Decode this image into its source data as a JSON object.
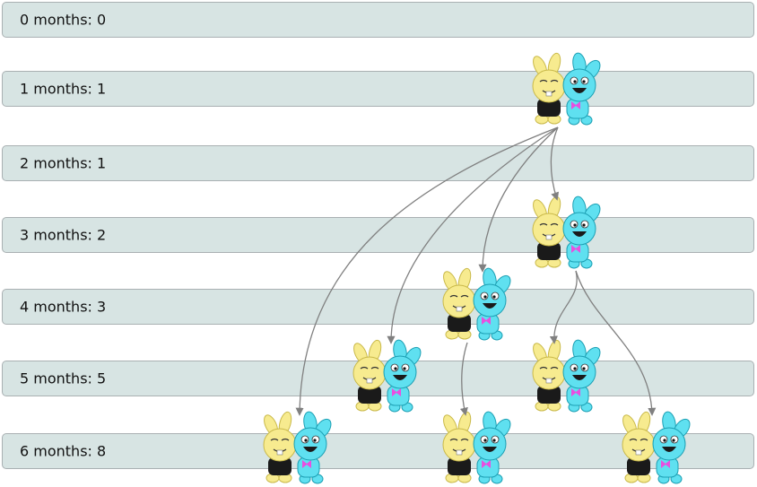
{
  "rows": [
    {
      "label": "0 months: 0"
    },
    {
      "label": "1 months: 1"
    },
    {
      "label": "2 months: 1"
    },
    {
      "label": "3 months: 2"
    },
    {
      "label": "4 months: 3"
    },
    {
      "label": "5 months: 5"
    },
    {
      "label": "6 months: 8"
    }
  ],
  "pairs": [
    {
      "id": "p1",
      "month": 1
    },
    {
      "id": "p3a",
      "month": 3
    },
    {
      "id": "p4a",
      "month": 4
    },
    {
      "id": "p5a",
      "month": 5
    },
    {
      "id": "p5b",
      "month": 5
    },
    {
      "id": "p6a",
      "month": 6
    },
    {
      "id": "p6b",
      "month": 6
    },
    {
      "id": "p6c",
      "month": 6
    }
  ],
  "arrows": [
    {
      "from": "p1",
      "to": "p3a"
    },
    {
      "from": "p1",
      "to": "p4a"
    },
    {
      "from": "p1",
      "to": "p5a"
    },
    {
      "from": "p1",
      "to": "p6a"
    },
    {
      "from": "p3a",
      "to": "p5b"
    },
    {
      "from": "p3a",
      "to": "p6c"
    },
    {
      "from": "p4a",
      "to": "p6b"
    }
  ],
  "colors": {
    "bar_fill": "#d7e4e3",
    "bar_border": "#a9b0b2",
    "arrow": "#808080",
    "rabbit_yellow": "#f7eb8f",
    "rabbit_blue": "#5fe0f0",
    "shirt": "#1a1a1a",
    "bow": "#e94fe0"
  },
  "icons": {
    "pair": "rabbit-pair-icon"
  }
}
